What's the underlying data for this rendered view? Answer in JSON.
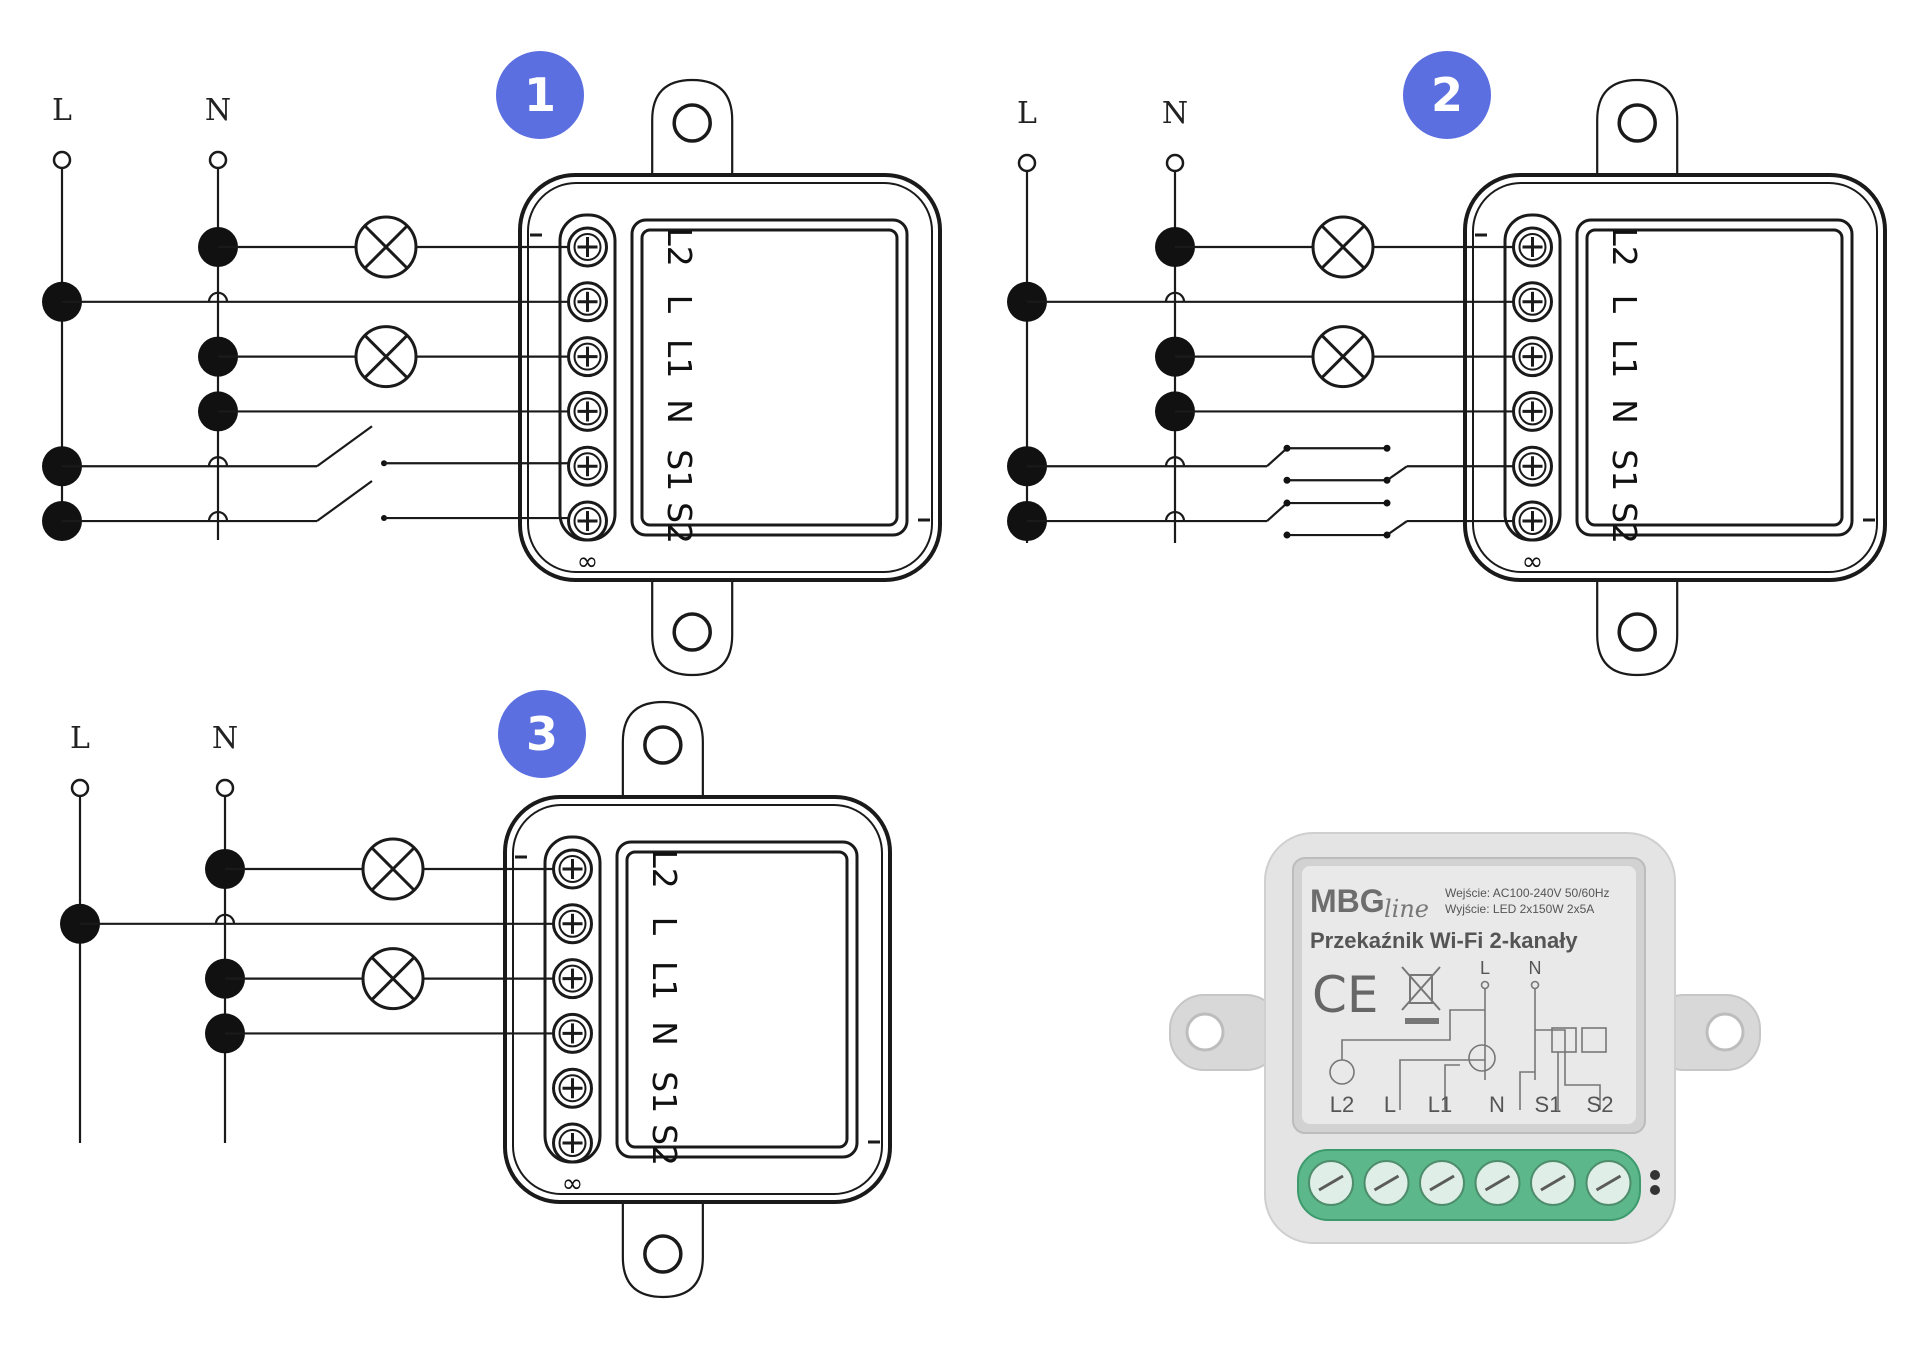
{
  "diagrams": [
    {
      "badge": "1",
      "line_labels": [
        "L",
        "N"
      ],
      "terminals": [
        "L2",
        "L",
        "L1",
        "N",
        "S1",
        "S2"
      ],
      "switch_type": "single"
    },
    {
      "badge": "2",
      "line_labels": [
        "L",
        "N"
      ],
      "terminals": [
        "L2",
        "L",
        "L1",
        "N",
        "S1",
        "S2"
      ],
      "switch_type": "two-way"
    },
    {
      "badge": "3",
      "line_labels": [
        "L",
        "N"
      ],
      "terminals": [
        "L2",
        "L",
        "L1",
        "N",
        "S1",
        "S2"
      ],
      "switch_type": "none"
    }
  ],
  "product": {
    "brand": "MBG",
    "brand_script": "line",
    "spec_input": "Wejście: AC100-240V 50/60Hz",
    "spec_output": "Wyjście: LED 2x150W 2x5A",
    "title": "Przekaźnik Wi-Fi 2-kanały",
    "ce_mark": "CE",
    "schematic_top_labels": [
      "L",
      "N"
    ],
    "schematic_bottom_labels": [
      "L2",
      "L",
      "L1",
      "N",
      "S1",
      "S2"
    ],
    "terminal_color": "#5cb88a",
    "body_color": "#e4e4e4"
  },
  "badge_color": "#5b6fe0"
}
